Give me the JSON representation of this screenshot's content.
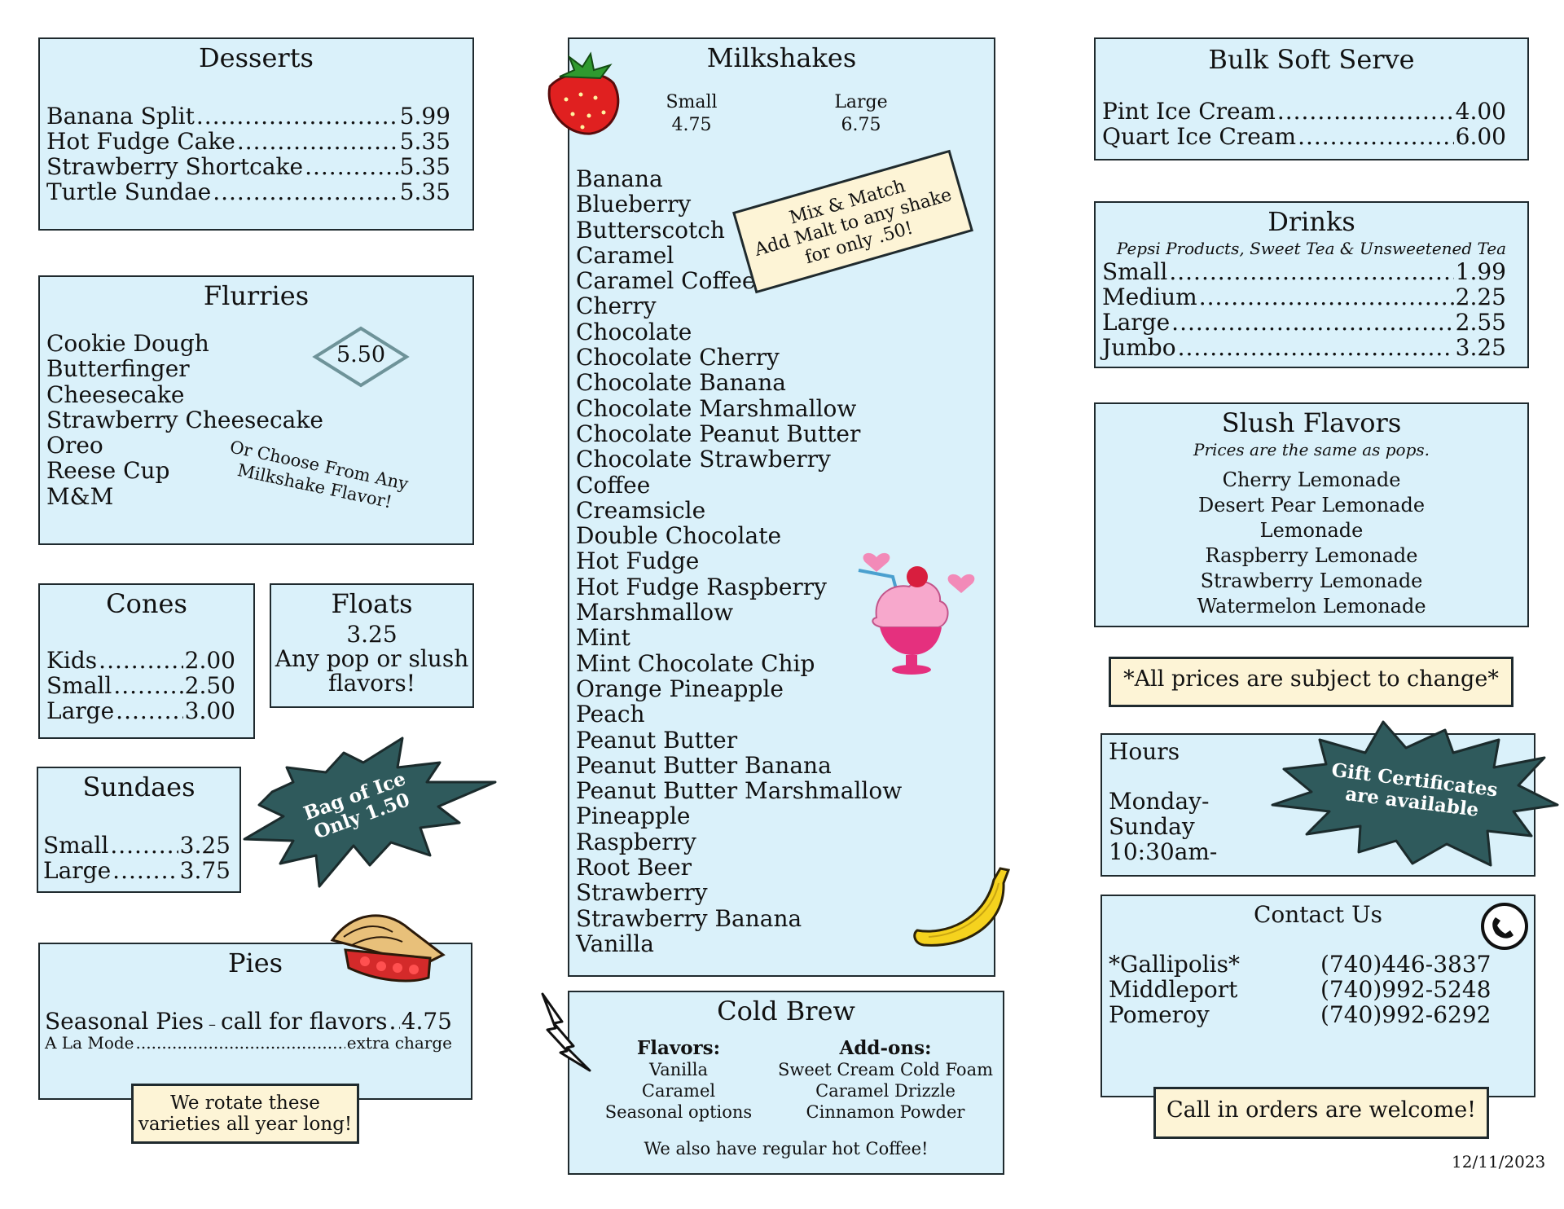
{
  "desserts": {
    "title": "Desserts",
    "items": [
      {
        "name": "Banana Split",
        "price": "5.99"
      },
      {
        "name": "Hot Fudge Cake",
        "price": "5.35"
      },
      {
        "name": "Strawberry Shortcake",
        "price": "5.35"
      },
      {
        "name": "Turtle Sundae",
        "price": "5.35"
      }
    ]
  },
  "flurries": {
    "title": "Flurries",
    "price": "5.50",
    "items": [
      "Cookie Dough",
      "Butterfinger",
      "Cheesecake",
      "Strawberry Cheesecake",
      "Oreo",
      "Reese Cup",
      "M&M"
    ],
    "note_line1": "Or Choose From Any",
    "note_line2": "Milkshake Flavor!"
  },
  "cones": {
    "title": "Cones",
    "items": [
      {
        "name": "Kids",
        "price": "2.00"
      },
      {
        "name": "Small",
        "price": "2.50"
      },
      {
        "name": "Large",
        "price": "3.00"
      }
    ]
  },
  "floats": {
    "title": "Floats",
    "price": "3.25",
    "line1": "Any pop or slush",
    "line2": "flavors!"
  },
  "sundaes": {
    "title": "Sundaes",
    "items": [
      {
        "name": "Small",
        "price": "3.25"
      },
      {
        "name": "Large",
        "price": "3.75"
      }
    ]
  },
  "ice_badge": {
    "line1": "Bag of Ice",
    "line2": "Only 1.50",
    "color": "#2f5a5c"
  },
  "pies": {
    "title": "Pies",
    "item_name": "Seasonal Pies",
    "item_dash": "–",
    "item_suffix": "call for flavors",
    "item_price": "4.75",
    "a_la_mode": "A La Mode",
    "a_la_mode_price": "extra charge",
    "note_line1": "We rotate these",
    "note_line2": "varieties all year long!"
  },
  "milkshakes": {
    "title": "Milkshakes",
    "small_label": "Small",
    "small_price": "4.75",
    "large_label": "Large",
    "large_price": "6.75",
    "flavors": [
      "Banana",
      "Blueberry",
      "Butterscotch",
      "Caramel",
      "Caramel Coffee",
      "Cherry",
      "Chocolate",
      "Chocolate Cherry",
      "Chocolate Banana",
      "Chocolate Marshmallow",
      "Chocolate Peanut Butter",
      "Chocolate Strawberry",
      "Coffee",
      "Creamsicle",
      "Double Chocolate",
      "Hot Fudge",
      "Hot Fudge Raspberry",
      "Marshmallow",
      "Mint",
      "Mint Chocolate Chip",
      "Orange Pineapple",
      "Peach",
      "Peanut Butter",
      "Peanut Butter Banana",
      "Peanut Butter Marshmallow",
      "Pineapple",
      "Raspberry",
      "Root Beer",
      "Strawberry",
      "Strawberry Banana",
      "Vanilla"
    ],
    "promo_line1": "Mix & Match",
    "promo_line2": "Add Malt to any shake",
    "promo_line3": "for only .50!"
  },
  "cold_brew": {
    "title": "Cold Brew",
    "flavors_heading": "Flavors:",
    "flavors": [
      "Vanilla",
      "Caramel",
      "Seasonal options"
    ],
    "addons_heading": "Add-ons:",
    "addons": [
      "Sweet Cream Cold Foam",
      "Caramel Drizzle",
      "Cinnamon Powder"
    ],
    "footer": "We also have regular hot Coffee!"
  },
  "bulk": {
    "title": "Bulk Soft Serve",
    "items": [
      {
        "name": "Pint Ice Cream",
        "price": "4.00"
      },
      {
        "name": "Quart Ice Cream",
        "price": "6.00"
      }
    ]
  },
  "drinks": {
    "title": "Drinks",
    "subtitle": "Pepsi Products, Sweet Tea & Unsweetened Tea",
    "items": [
      {
        "name": "Small",
        "price": "1.99"
      },
      {
        "name": "Medium",
        "price": "2.25"
      },
      {
        "name": "Large",
        "price": "2.55"
      },
      {
        "name": "Jumbo",
        "price": "3.25"
      }
    ]
  },
  "slush": {
    "title": "Slush Flavors",
    "subtitle": "Prices are the same as pops.",
    "flavors": [
      "Cherry Lemonade",
      "Desert Pear Lemonade",
      "Lemonade",
      "Raspberry Lemonade",
      "Strawberry Lemonade",
      "Watermelon Lemonade"
    ]
  },
  "price_notice": "*All prices are subject to change*",
  "hours": {
    "title": "Hours",
    "line1": "Monday-",
    "line2": "Sunday",
    "line3": "10:30am-"
  },
  "gift_badge": {
    "line1": "Gift Certificates",
    "line2": "are available",
    "color": "#2f5a5c"
  },
  "contact": {
    "title": "Contact Us",
    "locations": [
      {
        "name": "*Gallipolis*",
        "phone": "(740)446-3837"
      },
      {
        "name": "Middleport",
        "phone": "(740)992-5248"
      },
      {
        "name": "Pomeroy",
        "phone": "(740)992-6292"
      }
    ],
    "call_in": "Call in orders are welcome!"
  },
  "date": "12/11/2023",
  "colors": {
    "box_fill": "#daf1fa",
    "callout_fill": "#fdf4d6",
    "badge": "#2f5a5c",
    "border": "#1f2a2e"
  }
}
